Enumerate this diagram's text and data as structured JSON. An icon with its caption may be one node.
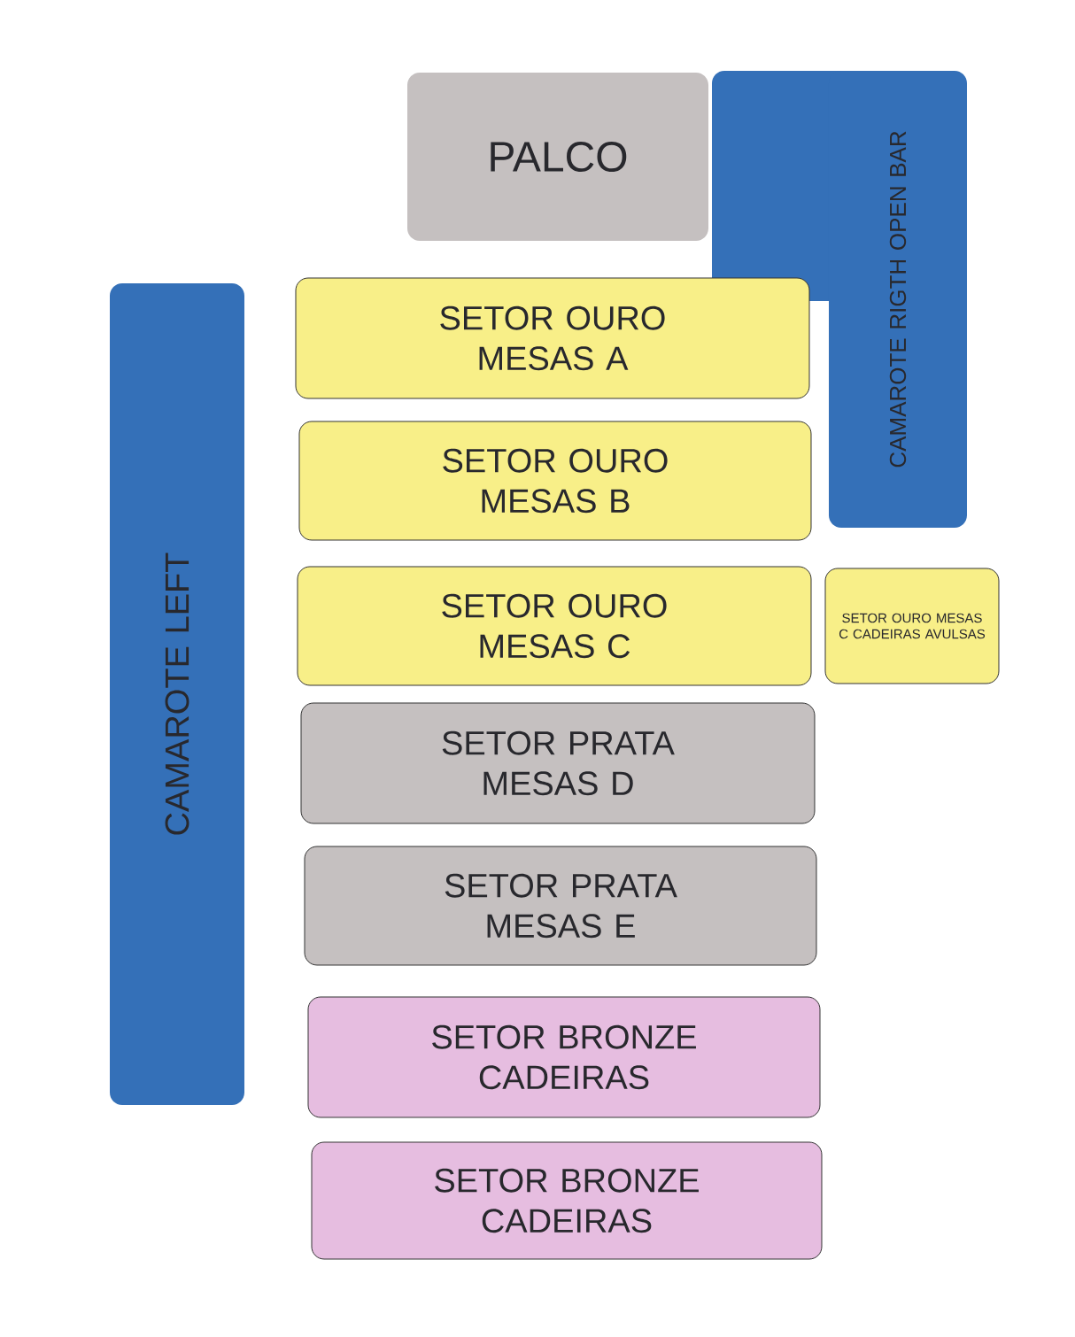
{
  "diagram": {
    "nodes": [
      {
        "text": [
          "PALCO"
        ]
      },
      {
        "text": [
          "CAMAROTE RIGTH OPEN BAR"
        ]
      },
      {
        "text": [
          "CAMAROTE LEFT"
        ]
      },
      {
        "text": [
          "SETOR OURO MESAS A"
        ]
      },
      {
        "text": [
          "SETOR OURO MESAS B"
        ]
      },
      {
        "text": [
          "SETOR OURO MESAS C"
        ]
      },
      {
        "text": [
          "SETOR OURO MESAS C CADEIRAS AVULSAS"
        ]
      },
      {
        "text": [
          "SETOR PRATA MESAS D"
        ]
      },
      {
        "text": [
          "SETOR PRATA MESAS E"
        ]
      },
      {
        "text": [
          "SETOR BRONZE CADEIRAS"
        ]
      },
      {
        "text": [
          "SETOR BRONZE CADEIRAS"
        ]
      }
    ]
  }
}
